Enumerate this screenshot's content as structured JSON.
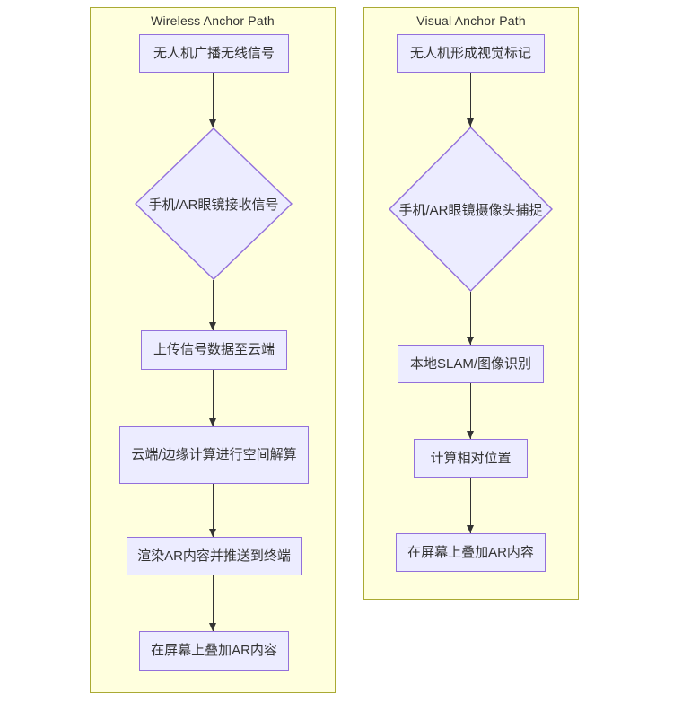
{
  "diagram": {
    "type": "flowchart",
    "direction": "top-down",
    "panels": [
      {
        "title": "Wireless Anchor Path",
        "nodes": [
          {
            "id": "A",
            "shape": "rect",
            "label": "无人机广播无线信号"
          },
          {
            "id": "B",
            "shape": "diamond",
            "label": "手机/AR眼镜接收信号"
          },
          {
            "id": "C",
            "shape": "rect",
            "label": "上传信号数据至云端"
          },
          {
            "id": "D",
            "shape": "rect",
            "label": "云端/边缘计算进行空间解算"
          },
          {
            "id": "E",
            "shape": "rect",
            "label": "渲染AR内容并推送到终端"
          },
          {
            "id": "F",
            "shape": "rect",
            "label": "在屏幕上叠加AR内容"
          }
        ],
        "edges": [
          [
            "A",
            "B"
          ],
          [
            "B",
            "C"
          ],
          [
            "C",
            "D"
          ],
          [
            "D",
            "E"
          ],
          [
            "E",
            "F"
          ]
        ]
      },
      {
        "title": "Visual Anchor Path",
        "nodes": [
          {
            "id": "G",
            "shape": "rect",
            "label": "无人机形成视觉标记"
          },
          {
            "id": "H",
            "shape": "diamond",
            "label": "手机/AR眼镜摄像头捕捉"
          },
          {
            "id": "I",
            "shape": "rect",
            "label": "本地SLAM/图像识别"
          },
          {
            "id": "J",
            "shape": "rect",
            "label": "计算相对位置"
          },
          {
            "id": "K",
            "shape": "rect",
            "label": "在屏幕上叠加AR内容"
          }
        ],
        "edges": [
          [
            "G",
            "H"
          ],
          [
            "H",
            "I"
          ],
          [
            "I",
            "J"
          ],
          [
            "J",
            "K"
          ]
        ]
      }
    ],
    "colors": {
      "panel_bg": "#FFFFDE",
      "panel_border": "#AAAA33",
      "node_fill": "#ECECFF",
      "node_border": "#9370DB",
      "edge": "#333333",
      "text": "#333333"
    }
  }
}
